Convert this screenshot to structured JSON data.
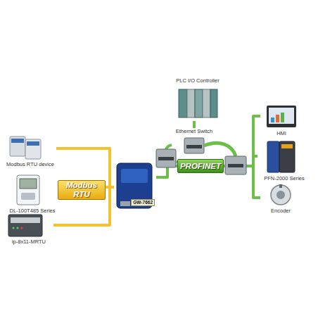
{
  "diagram": {
    "nodes": [
      {
        "text": [
          "Modbus RTU device"
        ]
      },
      {
        "text": [
          "DL-100T485 Series"
        ]
      },
      {
        "text": [
          "ip-8x11-MRTU"
        ]
      },
      {
        "text": [
          "Modbus RTU"
        ]
      },
      {
        "text": [
          "GW-7662"
        ]
      },
      {
        "text": [
          "PLC I/O Controller"
        ]
      },
      {
        "text": [
          "Ethernet Switch"
        ]
      },
      {
        "text": [
          "PROFINET"
        ]
      },
      {
        "text": [
          "HMI"
        ]
      },
      {
        "text": [
          "PFN-2000 Series"
        ]
      },
      {
        "text": [
          "Encoder"
        ]
      }
    ],
    "edges": [
      {
        "from": 0,
        "to": 3,
        "arrow": "none"
      },
      {
        "from": 1,
        "to": 3,
        "arrow": "none"
      },
      {
        "from": 2,
        "to": 3,
        "arrow": "none"
      },
      {
        "from": 3,
        "to": 4,
        "arrow": "none"
      },
      {
        "from": 4,
        "to": 7,
        "arrow": "none"
      },
      {
        "from": 7,
        "to": 6,
        "arrow": "none"
      },
      {
        "from": 6,
        "to": 5,
        "arrow": "none"
      },
      {
        "from": 7,
        "to": 8,
        "arrow": "none"
      },
      {
        "from": 7,
        "to": 9,
        "arrow": "none"
      },
      {
        "from": 7,
        "to": 10,
        "arrow": "none"
      }
    ]
  }
}
